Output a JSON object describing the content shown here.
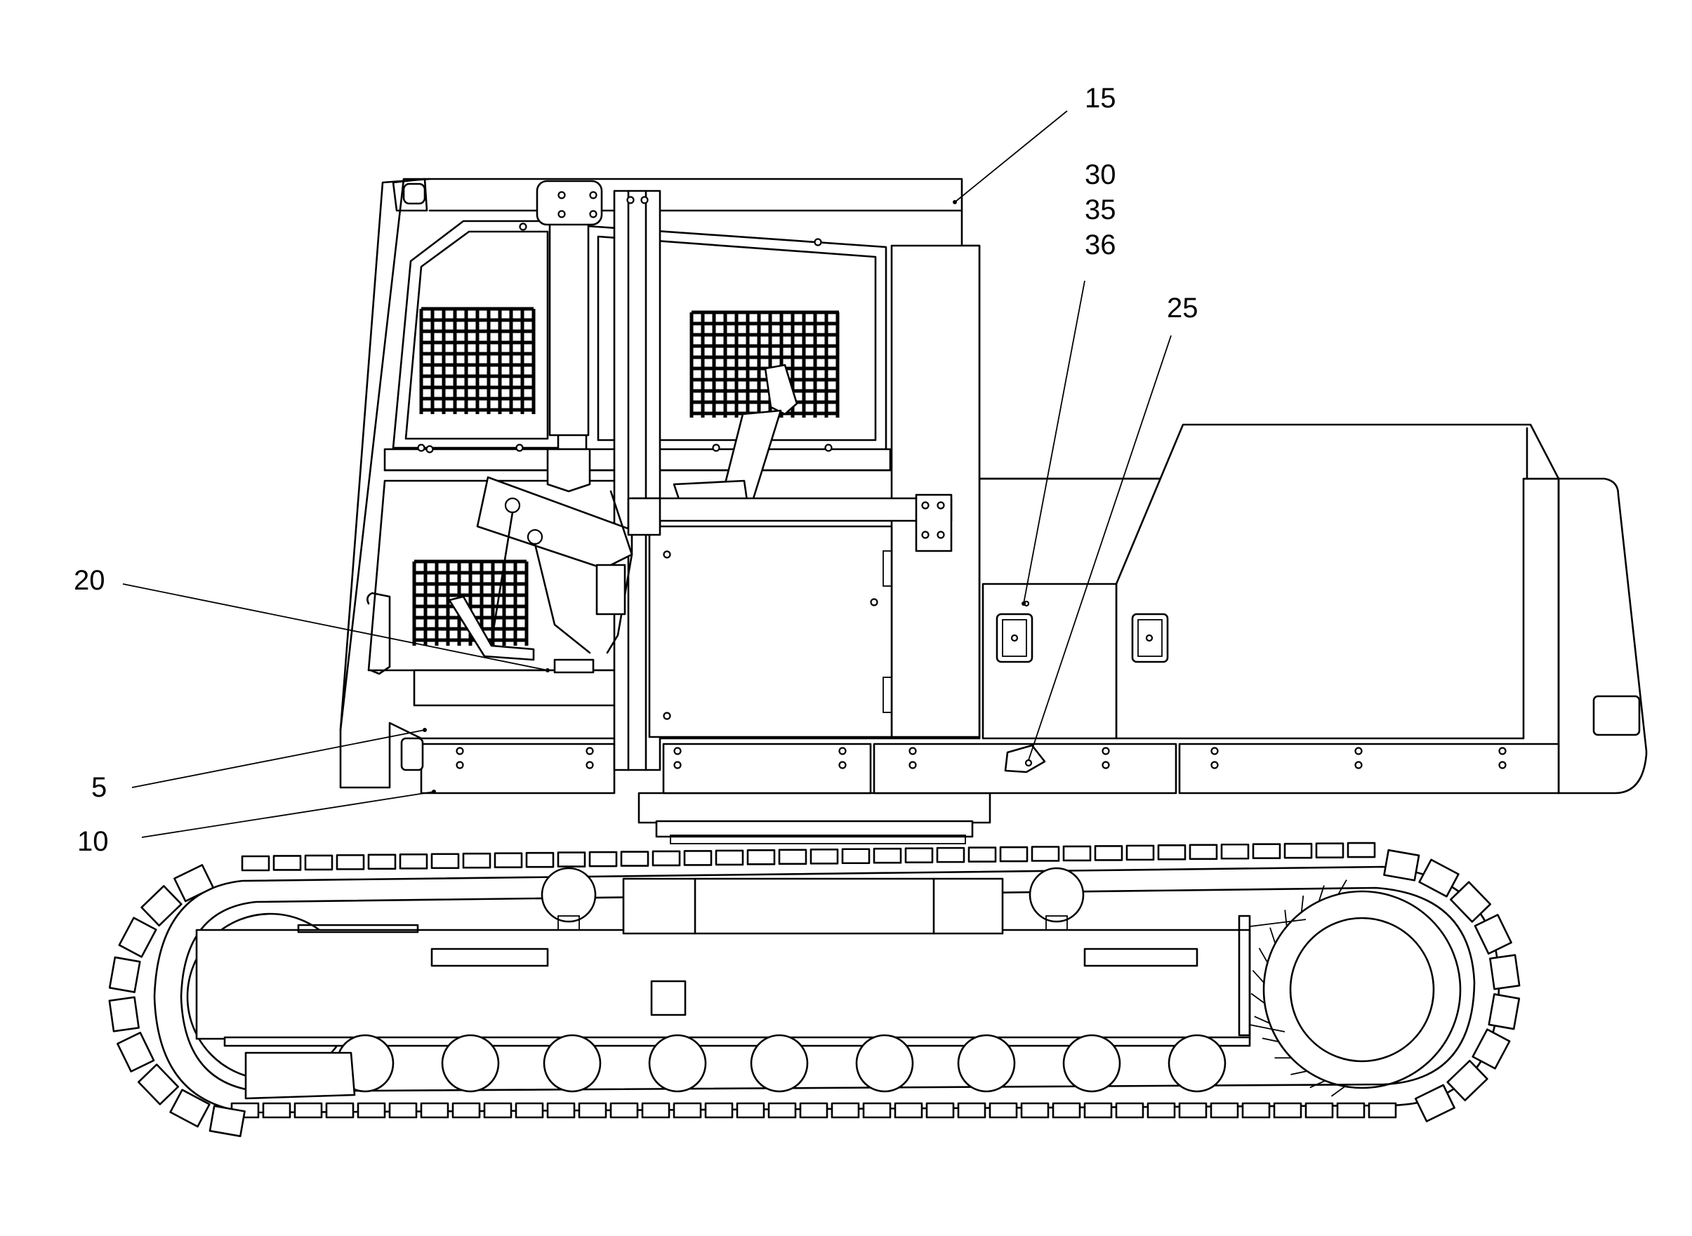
{
  "callouts": [
    {
      "id": "c15",
      "label": "15"
    },
    {
      "id": "c30",
      "label": "30"
    },
    {
      "id": "c35",
      "label": "35"
    },
    {
      "id": "c36",
      "label": "36"
    },
    {
      "id": "c25",
      "label": "25"
    },
    {
      "id": "c20",
      "label": "20"
    },
    {
      "id": "c5",
      "label": "5"
    },
    {
      "id": "c10",
      "label": "10"
    }
  ],
  "colors": {
    "line": "#000000",
    "background": "#ffffff"
  }
}
